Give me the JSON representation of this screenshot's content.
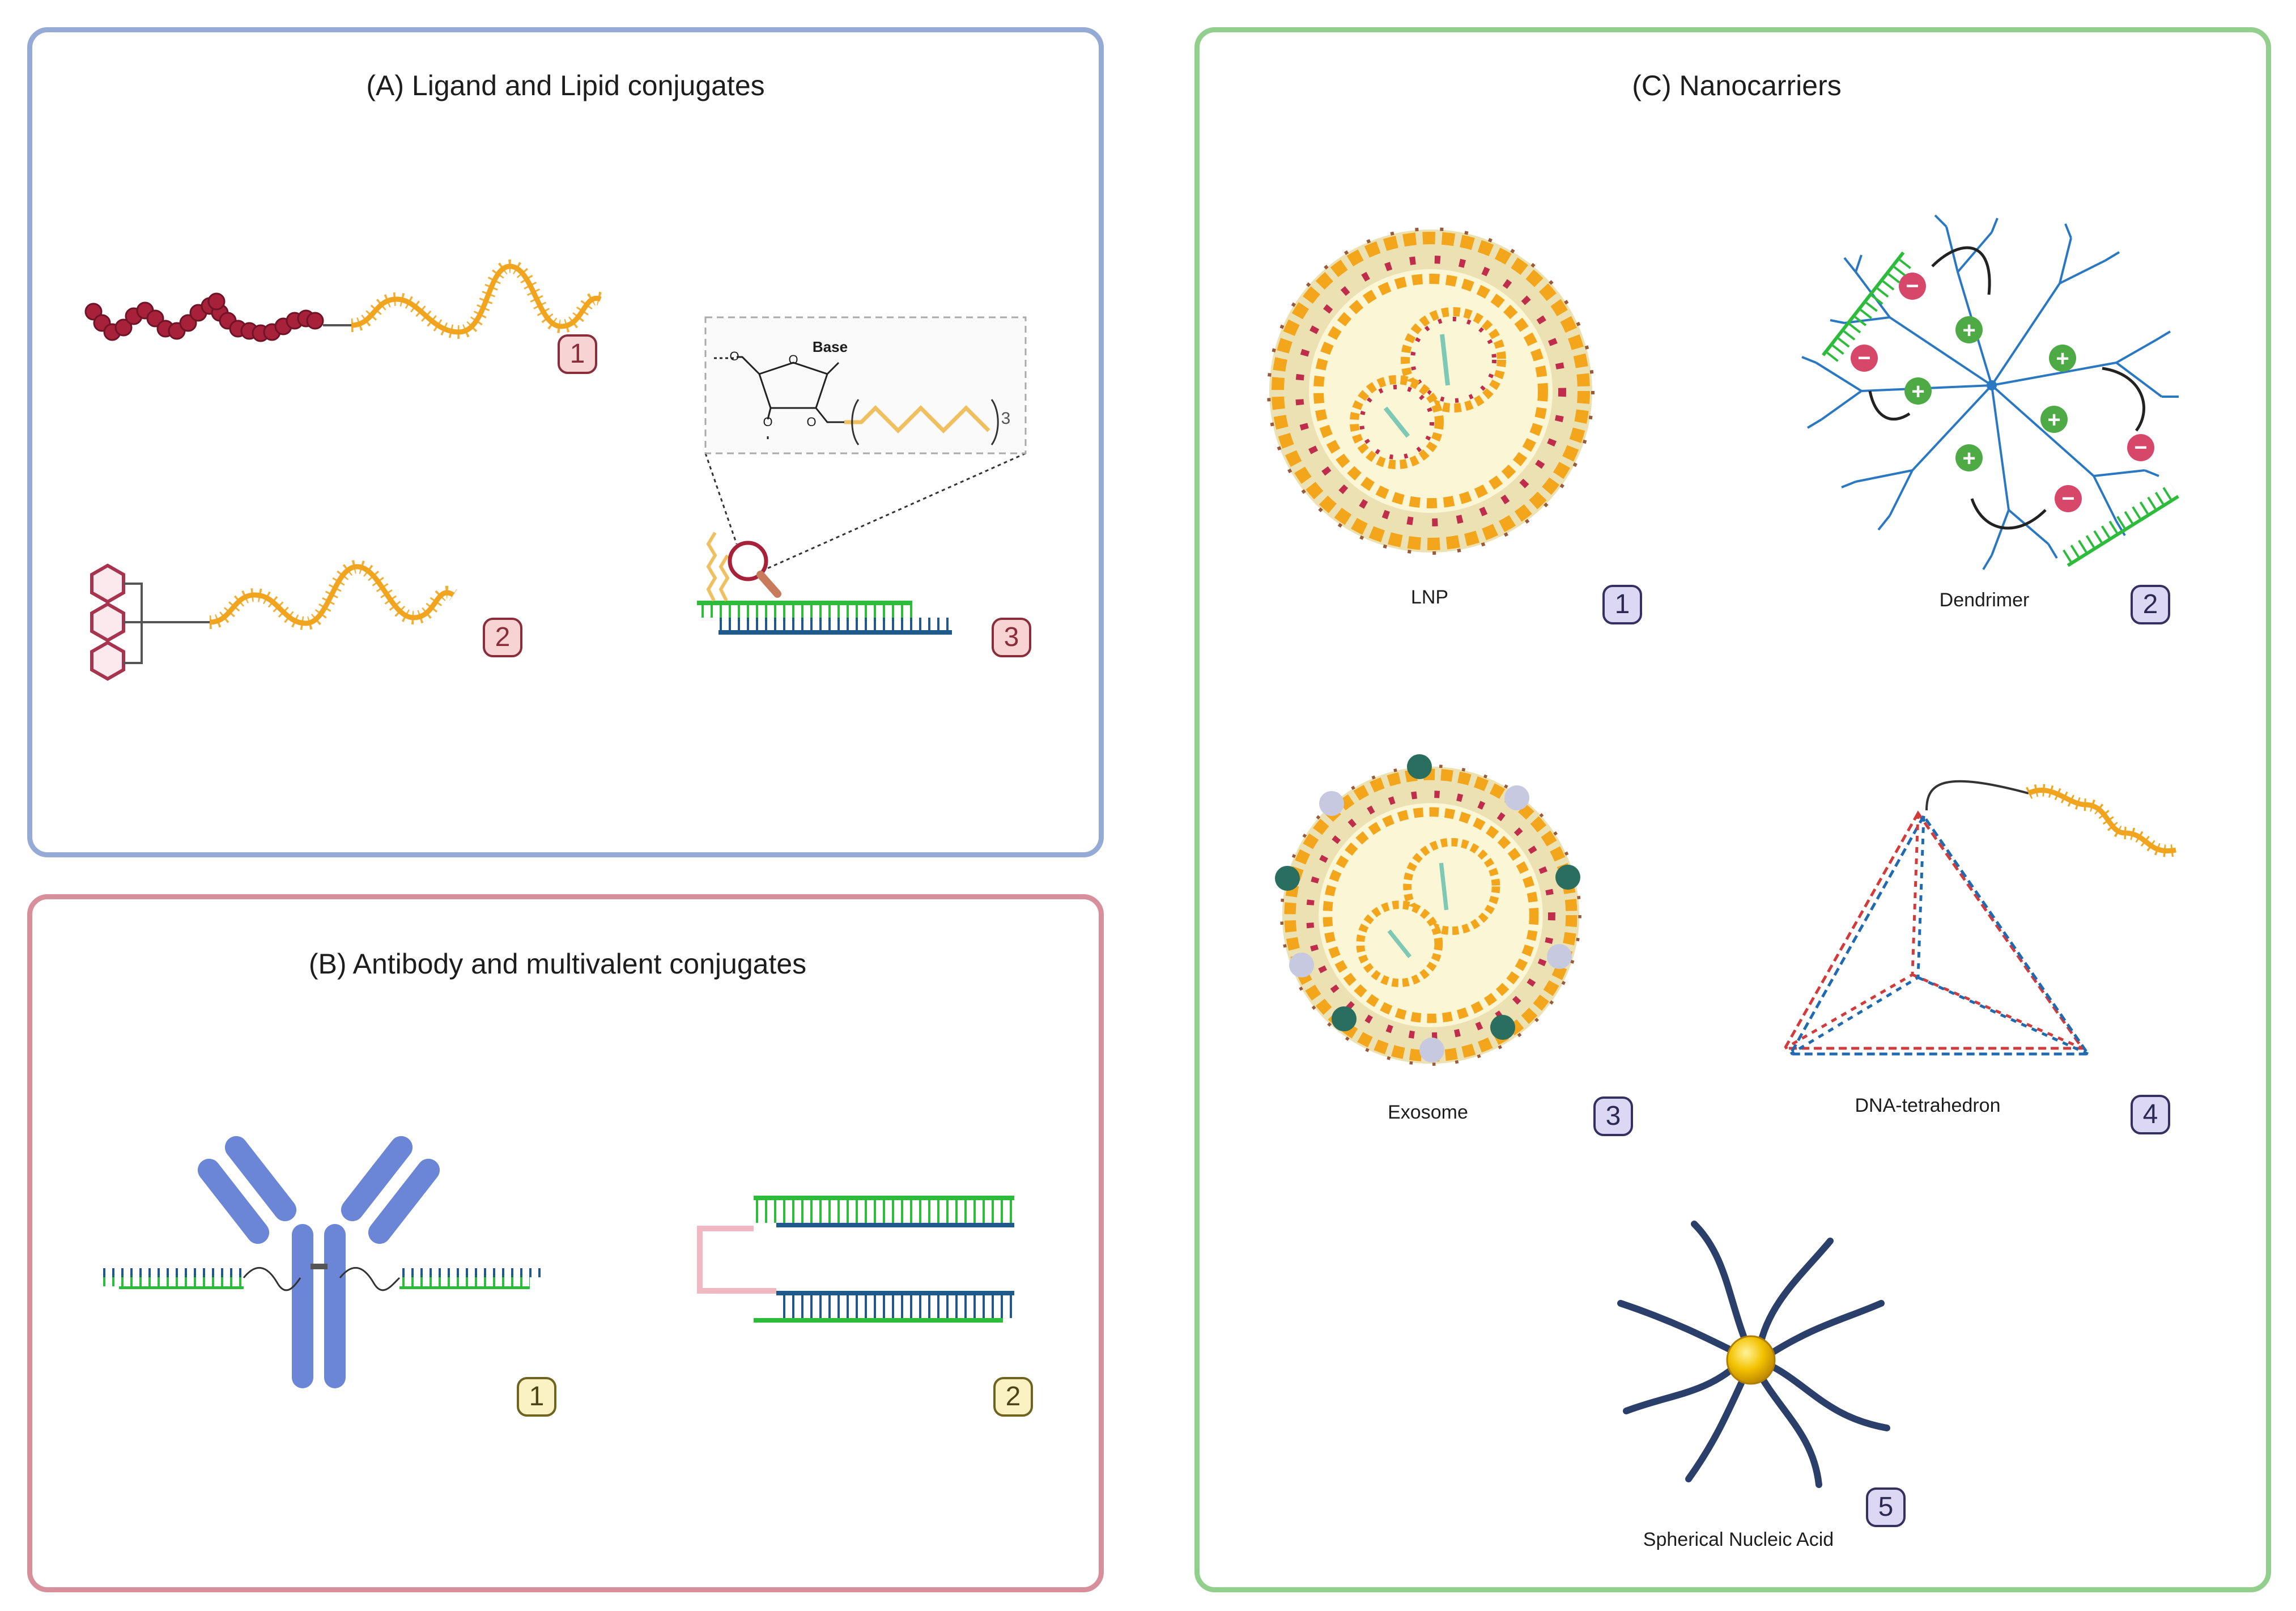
{
  "panels": {
    "a": {
      "title": "(A) Ligand and Lipid conjugates",
      "badges": [
        "1",
        "2",
        "3"
      ]
    },
    "b": {
      "title": "(B) Antibody and multivalent conjugates",
      "badges": [
        "1",
        "2"
      ]
    },
    "c": {
      "title": "(C) Nanocarriers",
      "badges": [
        "1",
        "2",
        "3",
        "4",
        "5"
      ],
      "labels": {
        "lnp": "LNP",
        "dendrimer": "Dendrimer",
        "exosome": "Exosome",
        "tetrahedron": "DNA-tetrahedron",
        "sna": "Spherical Nucleic Acid"
      }
    }
  },
  "chem": {
    "base": "Base",
    "o": "O",
    "subscript": "3"
  },
  "colors": {
    "rna": "#f1a41e",
    "peptide": "#a8213a",
    "hexagon": "#a8334f",
    "green_strand": "#2dbb3c",
    "blue_strand": "#1f5a8a",
    "antibody": "#6b86d6",
    "gold": "#f2c200",
    "sna_strand": "#2b3f6b",
    "dendrimer": "#2a78c2",
    "positive": "#4daa45",
    "negative": "#d6476a"
  }
}
